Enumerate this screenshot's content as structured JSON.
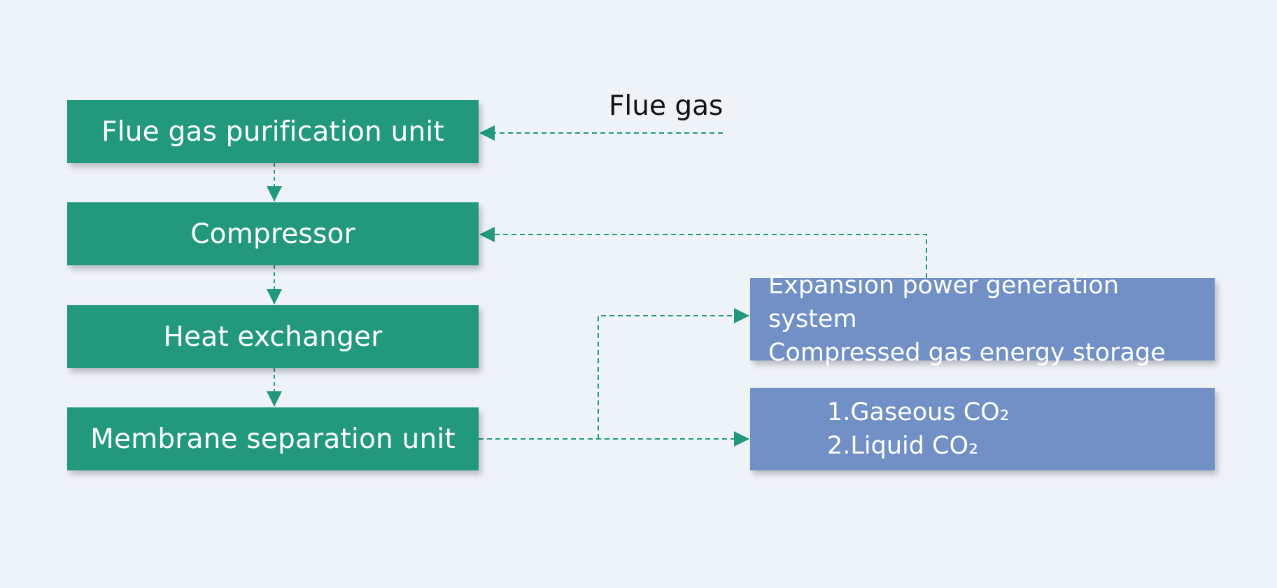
{
  "colors": {
    "background": "#eef3f8",
    "process_box": "#22997c",
    "output_box": "#7190c6",
    "arrow": "#22997c"
  },
  "input_label": "Flue gas",
  "process_units": [
    "Flue gas purification unit",
    "Compressor",
    "Heat exchanger",
    "Membrane separation unit"
  ],
  "energy_box": {
    "lines": [
      "Expansion power generation system",
      "Compressed gas energy storage"
    ]
  },
  "product_box": {
    "lines": [
      "1.Gaseous CO₂",
      "2.Liquid CO₂"
    ]
  }
}
